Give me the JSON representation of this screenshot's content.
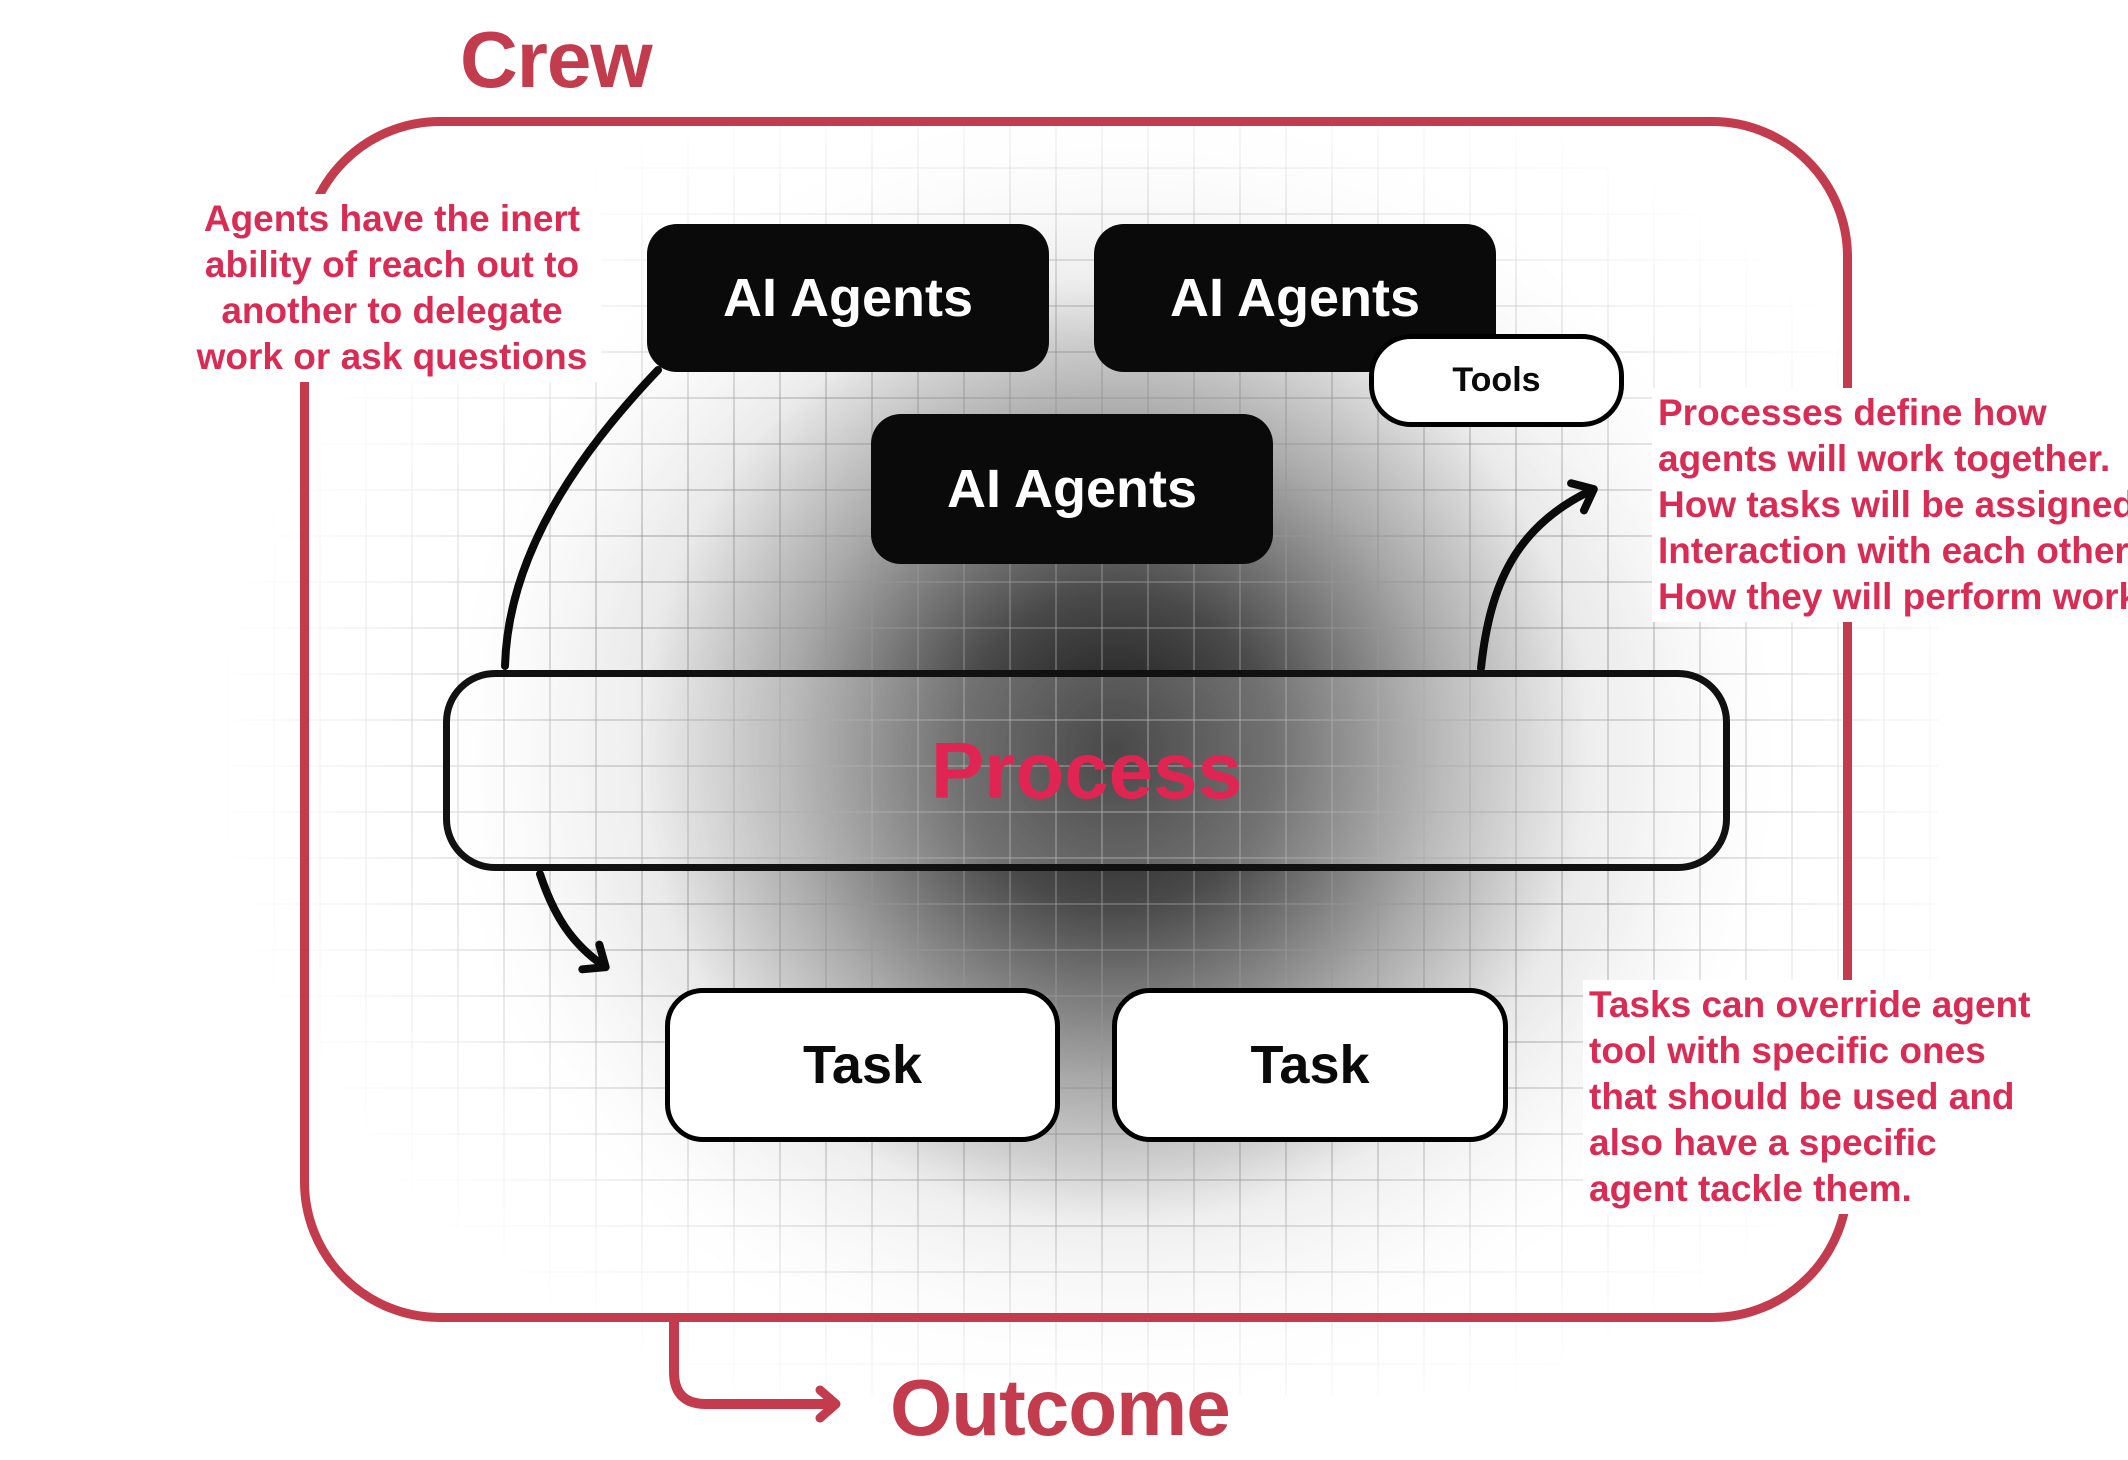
{
  "colors": {
    "brand_red": "#c23c4e",
    "accent_red": "#d92c55",
    "process_red": "#e02553",
    "box_black": "#0a0a0a",
    "grid_line": "#c8c8c8"
  },
  "titles": {
    "crew": "Crew",
    "outcome": "Outcome"
  },
  "nodes": {
    "ai_agents": "AI Agents",
    "tools": "Tools",
    "process": "Process",
    "task": "Task"
  },
  "annotations": {
    "left": [
      "Agents have the inert",
      "ability of reach out to",
      "another to delegate",
      "work or ask questions"
    ],
    "right_top": [
      "Processes define how",
      "agents will work together.",
      "How tasks will be assigned.",
      "Interaction with each other.",
      "How they will perform work."
    ],
    "right_bottom": [
      "Tasks can override agent",
      "tool with specific ones",
      "that should be used and",
      "also have a specific",
      "agent tackle them."
    ]
  }
}
